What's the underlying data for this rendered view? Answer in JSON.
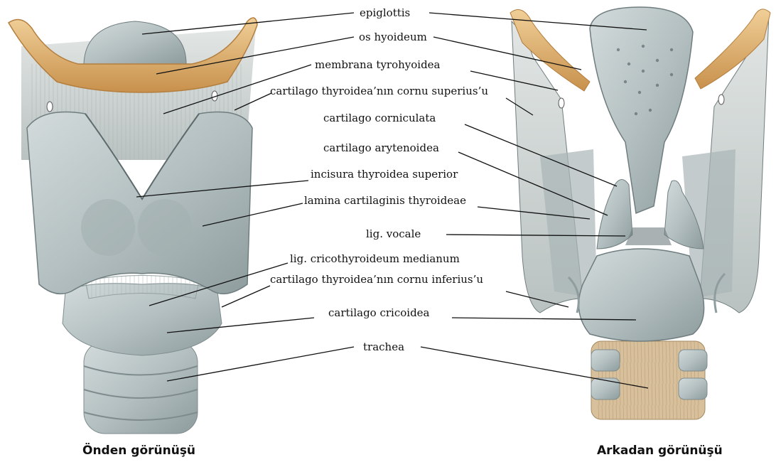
{
  "labels": {
    "epiglottis": "epiglottis",
    "os_hyoideum": "os hyoideum",
    "membrana_tyrohyoidea": "membrana tyrohyoidea",
    "cornu_superius": "cartilago thyroidea’nın cornu superius’u",
    "cartilago_corniculata": "cartilago corniculata",
    "cartilago_arytenoidea": "cartilago arytenoidea",
    "incisura_thyroidea_superior": "incisura thyroidea superior",
    "lamina_cartilaginis_thyroideae": "lamina cartilaginis thyroideae",
    "lig_vocale": "lig. vocale",
    "lig_cricothyroideum_medianum": "lig. cricothyroideum medianum",
    "cornu_inferius": "cartilago thyroidea’nın cornu inferius’u",
    "cartilago_cricoidea": "cartilago cricoidea",
    "trachea": "trachea"
  },
  "captions": {
    "front": "Önden görünüşü",
    "back": "Arkadan görünüşü"
  },
  "colors": {
    "cartilage": "#b7c3c4",
    "cartilage_dark": "#8f9d9f",
    "cartilage_light": "#d8e0e0",
    "membrane": "#cfd5d3",
    "bone": "#e3b87a",
    "bone_dark": "#c99350",
    "muscle_fiber": "#d9c9b0",
    "leader_line": "#111111"
  }
}
